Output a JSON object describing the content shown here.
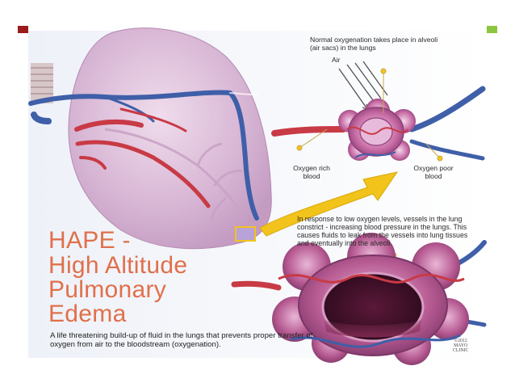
{
  "colors": {
    "slide_marker_left": "#9b1b1b",
    "slide_marker_right": "#8cc63f",
    "title": "#e0704a",
    "lung": "#d9b8d6",
    "artery_blue": "#3f5fa8",
    "vessel_red": "#c83a45",
    "arrow_yellow": "#f2c31b"
  },
  "title_lines": [
    "HAPE -",
    "High Altitude",
    "Pulmonary",
    "Edema"
  ],
  "description": "A life threatening build-up of fluid in the lungs that prevents proper transfer of oxygen from air to the bloodstream (oxygenation).",
  "labels": {
    "normal_oxygenation": "Normal oxygenation takes place in alveoli (air sacs) in the lungs",
    "air": "Air",
    "oxygen_rich": "Oxygen rich blood",
    "oxygen_poor": "Oxygen poor blood",
    "response": "In response to low oxygen levels, vessels in the lung constrict - increasing blood pressure in the lungs. This causes fluids to leak from the vessels into lung tissues and eventually into the alveoli."
  },
  "copyright": [
    "©2012",
    "MAYO",
    "CLINIC"
  ],
  "icons": {
    "left_marker": "square-bullet-icon",
    "right_marker": "square-bullet-icon"
  }
}
